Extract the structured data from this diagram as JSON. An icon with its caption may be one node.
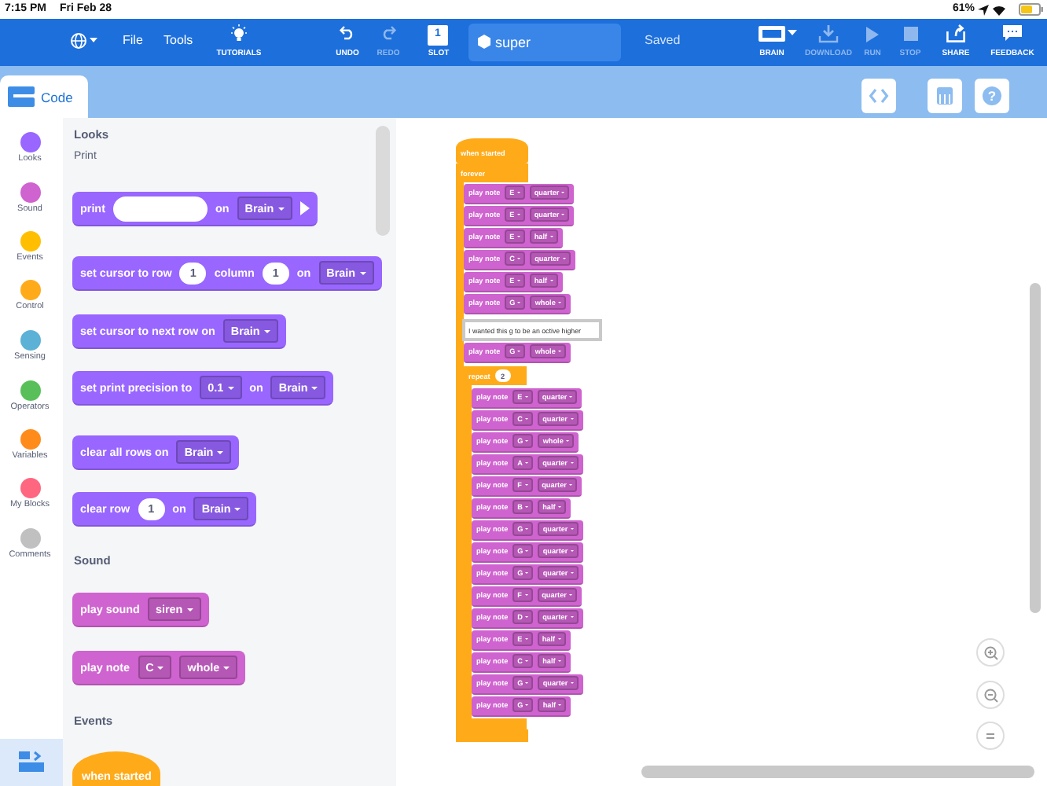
{
  "diagram": {
    "nodes": [
      {
        "text": [
          "when started"
        ]
      },
      {
        "text": [
          "forever"
        ]
      },
      {
        "text": [
          "play note",
          "E",
          "quarter"
        ]
      },
      {
        "text": [
          "play note",
          "E",
          "quarter"
        ]
      },
      {
        "text": [
          "play note",
          "E",
          "half"
        ]
      },
      {
        "text": [
          "play note",
          "C",
          "quarter"
        ]
      },
      {
        "text": [
          "play note",
          "E",
          "half"
        ]
      },
      {
        "text": [
          "play note",
          "G",
          "whole"
        ]
      },
      {
        "text": [
          "I wanted this g to be an octive higher"
        ]
      },
      {
        "text": [
          "play note",
          "G",
          "whole"
        ]
      },
      {
        "text": [
          "repeat",
          "2"
        ]
      },
      {
        "text": [
          "play note",
          "E",
          "quarter"
        ]
      },
      {
        "text": [
          "play note",
          "C",
          "quarter"
        ]
      },
      {
        "text": [
          "play note",
          "G",
          "whole"
        ]
      },
      {
        "text": [
          "play note",
          "A",
          "quarter"
        ]
      },
      {
        "text": [
          "play note",
          "F",
          "quarter"
        ]
      },
      {
        "text": [
          "play note",
          "B",
          "half"
        ]
      },
      {
        "text": [
          "play note",
          "G",
          "quarter"
        ]
      },
      {
        "text": [
          "play note",
          "G",
          "quarter"
        ]
      },
      {
        "text": [
          "play note",
          "G",
          "quarter"
        ]
      },
      {
        "text": [
          "play note",
          "F",
          "quarter"
        ]
      },
      {
        "text": [
          "play note",
          "D",
          "quarter"
        ]
      },
      {
        "text": [
          "play note",
          "E",
          "half"
        ]
      },
      {
        "text": [
          "play note",
          "C",
          "half"
        ]
      },
      {
        "text": [
          "play note",
          "G",
          "quarter"
        ]
      },
      {
        "text": [
          "play note",
          "G",
          "half"
        ]
      },
      {
        "text": [
          "print",
          "on",
          "Brain"
        ]
      },
      {
        "text": [
          "set cursor to row",
          "1",
          "column",
          "1",
          "on",
          "Brain"
        ]
      },
      {
        "text": [
          "set cursor to next row on",
          "Brain"
        ]
      },
      {
        "text": [
          "set print precision to",
          "0.1",
          "on",
          "Brain"
        ]
      },
      {
        "text": [
          "clear all rows on",
          "Brain"
        ]
      },
      {
        "text": [
          "clear row",
          "1",
          "on",
          "Brain"
        ]
      },
      {
        "text": [
          "play sound",
          "siren"
        ]
      },
      {
        "text": [
          "play note",
          "C",
          "whole"
        ]
      },
      {
        "text": [
          "when started"
        ]
      }
    ],
    "labels": [
      "7:15 PM",
      "Fri Feb 28",
      "61%",
      "File",
      "Tools",
      "TUTORIALS",
      "UNDO",
      "REDO",
      "1",
      "SLOT",
      "super",
      "Saved",
      "BRAIN",
      "DOWNLOAD",
      "RUN",
      "STOP",
      "SHARE",
      "FEEDBACK",
      "Code",
      "Looks",
      "Sound",
      "Events",
      "Control",
      "Sensing",
      "Operators",
      "Variables",
      "My Blocks",
      "Comments",
      "Looks",
      "Print",
      "Sound",
      "Events",
      "?"
    ]
  }
}
